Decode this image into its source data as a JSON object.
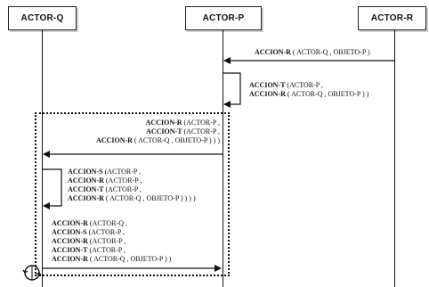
{
  "actors": [
    {
      "name": "ACTOR-Q"
    },
    {
      "name": "ACTOR-P"
    },
    {
      "name": "ACTOR-R"
    }
  ],
  "messages": {
    "m1": {
      "lines": [
        {
          "bold": "ACCION-R",
          "rest": " ( ACTOR-Q , OBJETO-P )"
        }
      ]
    },
    "m2": {
      "lines": [
        {
          "bold": "ACCION-T",
          "rest": " (ACTOR-P ,"
        },
        {
          "bold": "ACCION-R",
          "rest": " ( ACTOR-Q , OBJETO-P ) )"
        }
      ]
    },
    "m3": {
      "lines": [
        {
          "bold": "ACCION-R",
          "rest": " (ACTOR-P ,"
        },
        {
          "bold": "ACCION-T",
          "rest": " (ACTOR-P ,"
        },
        {
          "bold": "ACCION-R",
          "rest": " ( ACTOR-Q , OBJETO-P ) ) )"
        }
      ]
    },
    "m4": {
      "lines": [
        {
          "bold": "ACCION-S",
          "rest": " (ACTOR-P ,"
        },
        {
          "bold": "ACCION-R",
          "rest": " (ACTOR-P ,"
        },
        {
          "bold": "ACCION-T",
          "rest": " (ACTOR-P ,"
        },
        {
          "bold": "ACCION-R",
          "rest": " ( ACTOR-Q , OBJETO-P ) ) ) )"
        }
      ]
    },
    "m5": {
      "lines": [
        {
          "bold": "ACCION-R",
          "rest": " (ACTOR-Q ,"
        },
        {
          "bold": "ACCION-S",
          "rest": " (ACTOR-P ,"
        },
        {
          "bold": "ACCION-R",
          "rest": " (ACTOR-P ,"
        },
        {
          "bold": "ACCION-T",
          "rest": " (ACTOR-P ,"
        },
        {
          "bold": "ACCION-R",
          "rest": " ( ACTOR-Q , OBJETO-P ) )"
        }
      ]
    }
  }
}
